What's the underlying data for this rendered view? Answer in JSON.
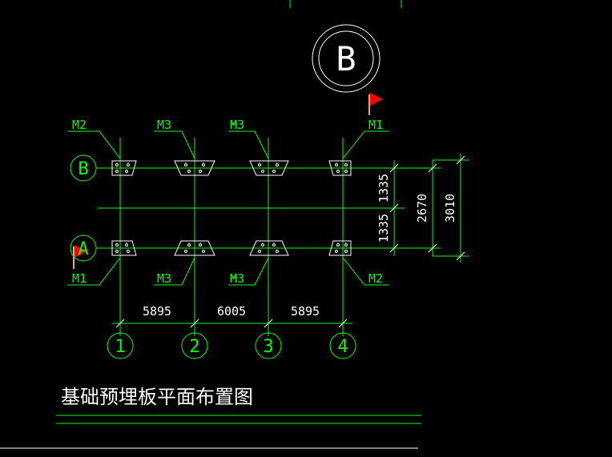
{
  "colors": {
    "line": "#00ff00",
    "white": "#ffffff",
    "flag": "#ff0000",
    "background": "#000000"
  },
  "title": "基础预埋板平面布置图",
  "section_marker": "B",
  "axes": {
    "rows": [
      "B",
      "A"
    ],
    "columns": [
      "1",
      "2",
      "3",
      "4"
    ]
  },
  "plates_top": [
    "M2",
    "M3",
    "M3",
    "M1"
  ],
  "plates_bottom": [
    "M1",
    "M3",
    "M3",
    "M2"
  ],
  "dims_horizontal": [
    "5895",
    "6005",
    "5895"
  ],
  "dims_vertical": [
    "1335",
    "1335",
    "2670",
    "3010"
  ]
}
